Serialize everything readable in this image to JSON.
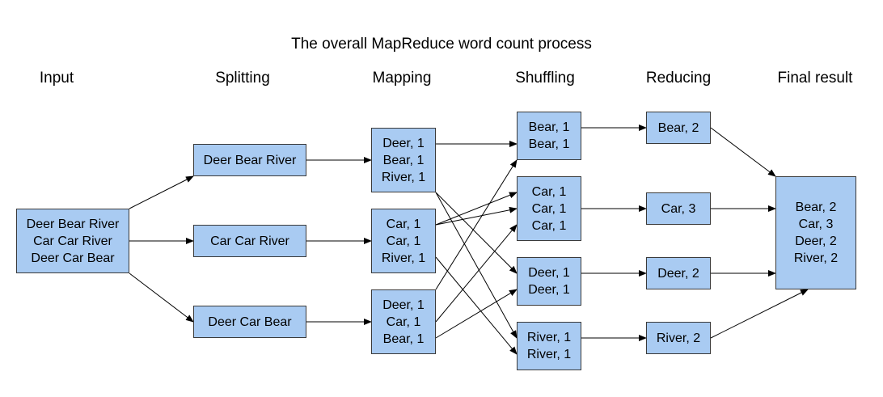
{
  "title": "The overall MapReduce word count process",
  "stages": [
    "Input",
    "Splitting",
    "Mapping",
    "Shuffling",
    "Reducing",
    "Final result"
  ],
  "input": {
    "lines": [
      "Deer Bear River",
      "Car Car River",
      "Deer Car Bear"
    ]
  },
  "splitting": [
    {
      "lines": [
        "Deer Bear River"
      ]
    },
    {
      "lines": [
        "Car Car River"
      ]
    },
    {
      "lines": [
        "Deer Car Bear"
      ]
    }
  ],
  "mapping": [
    {
      "lines": [
        "Deer, 1",
        "Bear, 1",
        "River, 1"
      ]
    },
    {
      "lines": [
        "Car, 1",
        "Car, 1",
        "River, 1"
      ]
    },
    {
      "lines": [
        "Deer, 1",
        "Car, 1",
        "Bear, 1"
      ]
    }
  ],
  "shuffling": [
    {
      "lines": [
        "Bear, 1",
        "Bear, 1"
      ]
    },
    {
      "lines": [
        "Car, 1",
        "Car, 1",
        "Car, 1"
      ]
    },
    {
      "lines": [
        "Deer, 1",
        "Deer, 1"
      ]
    },
    {
      "lines": [
        "River, 1",
        "River, 1"
      ]
    }
  ],
  "reducing": [
    {
      "lines": [
        "Bear, 2"
      ]
    },
    {
      "lines": [
        "Car, 3"
      ]
    },
    {
      "lines": [
        "Deer, 2"
      ]
    },
    {
      "lines": [
        "River, 2"
      ]
    }
  ],
  "final": {
    "lines": [
      "Bear, 2",
      "Car, 3",
      "Deer, 2",
      "River, 2"
    ]
  },
  "colors": {
    "box_fill": "#a9cbf2",
    "box_border": "#3a3a3a",
    "arrow": "#000000"
  }
}
